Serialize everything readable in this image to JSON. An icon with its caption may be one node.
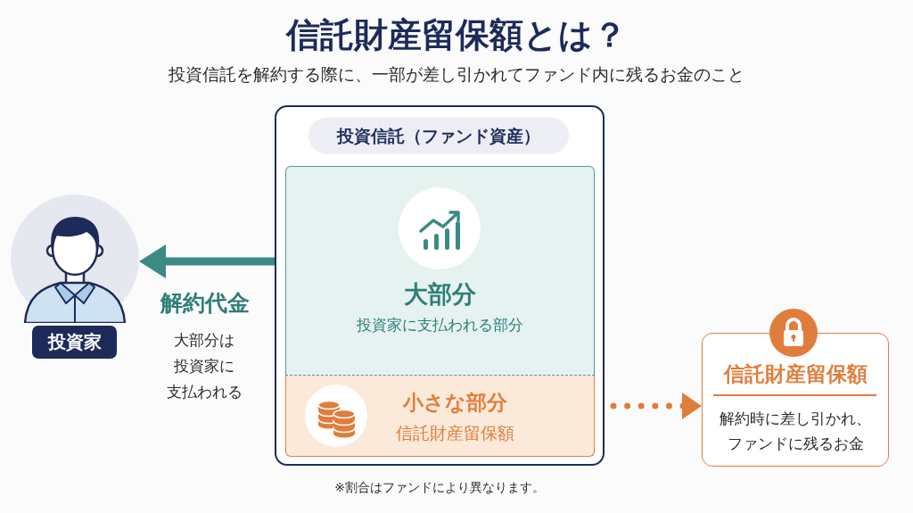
{
  "diagram": {
    "title": "信託財産留保額とは？",
    "nodes": [
      {
        "text": [],
        "shape": "person"
      },
      {
        "text": [
          "投資家"
        ]
      },
      {
        "text": [
          "投資信託（ファンド資産）"
        ]
      },
      {
        "text": [
          "大部分",
          "投資家に支払われる部分"
        ],
        "in": 2
      },
      {
        "text": [
          "小さな部分",
          "信託財産留保額"
        ],
        "in": 2
      },
      {
        "text": [
          "信託財産留保額",
          "解約時に差し引かれ、ファンドに残るお金"
        ]
      }
    ],
    "edges": [
      {
        "from": 2,
        "to": 0,
        "arrow": "to",
        "label": "解約代金",
        "color": "#3b8a84"
      },
      {
        "from": 4,
        "to": 5,
        "arrow": "to",
        "style": "dashed",
        "color": "#e07d3c"
      }
    ],
    "labels": [
      "投資信託を解約する際に、一部が差し引かれてファンド内に残るお金のこと",
      "大部分は投資家に支払われる",
      "※割合はファンドにより異なります。"
    ]
  }
}
